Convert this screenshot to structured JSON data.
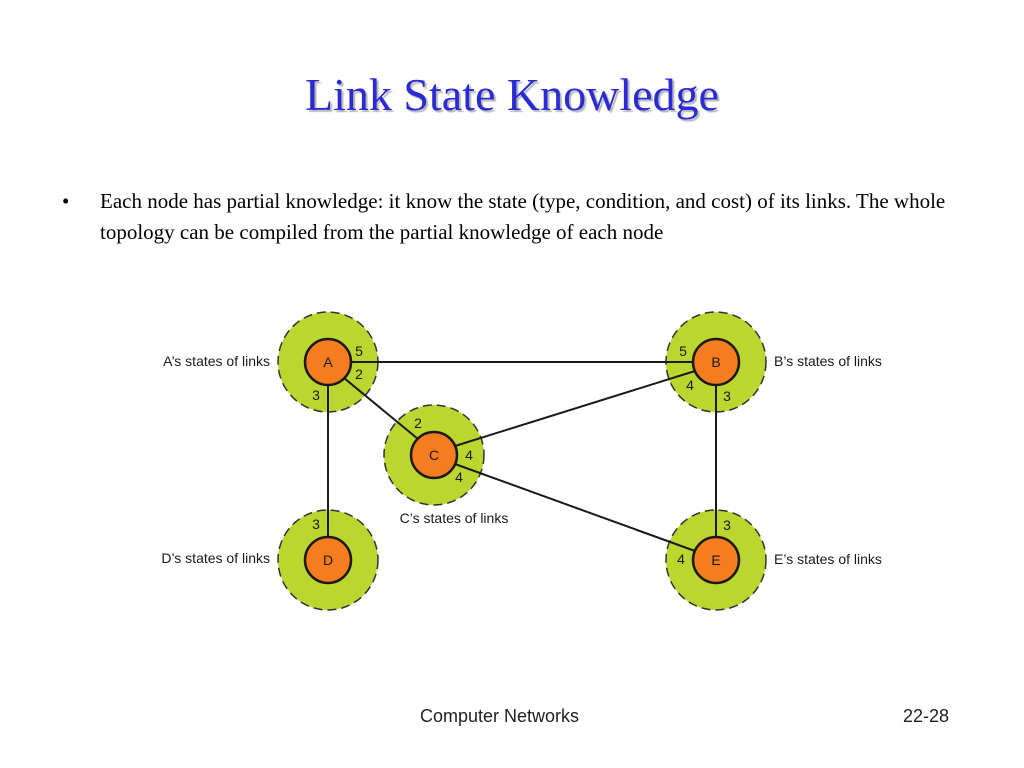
{
  "slide": {
    "title": "Link State Knowledge",
    "bullet_marker": "•",
    "bullet_text": "Each node has partial knowledge: it know the state (type, condition, and cost) of its links. The whole topology can be compiled from the partial knowledge of each node"
  },
  "diagram": {
    "colors": {
      "halo": "#bcd630",
      "node": "#f57c1f",
      "stroke": "#1a1a1a"
    },
    "nodes": [
      {
        "id": "A",
        "label": "A",
        "caption": "A’s states of links"
      },
      {
        "id": "B",
        "label": "B",
        "caption": "B’s states of links"
      },
      {
        "id": "C",
        "label": "C",
        "caption": "C’s states of links"
      },
      {
        "id": "D",
        "label": "D",
        "caption": "D’s states of links"
      },
      {
        "id": "E",
        "label": "E",
        "caption": "E’s states of links"
      }
    ],
    "links": [
      {
        "from": "A",
        "to": "B",
        "cost": "5"
      },
      {
        "from": "A",
        "to": "C",
        "cost": "2"
      },
      {
        "from": "A",
        "to": "D",
        "cost": "3"
      },
      {
        "from": "B",
        "to": "C",
        "cost": "4"
      },
      {
        "from": "B",
        "to": "E",
        "cost": "3"
      },
      {
        "from": "C",
        "to": "E",
        "cost": "4"
      }
    ],
    "cost_labels": {
      "a_b": "5",
      "a_c": "2",
      "a_d": "3",
      "b_a": "5",
      "b_c": "4",
      "b_e": "3",
      "c_a": "2",
      "c_b": "4",
      "c_e": "4",
      "d_a": "3",
      "e_b": "3",
      "e_c": "4"
    }
  },
  "footer": {
    "course": "Computer Networks",
    "page": "22-28"
  }
}
